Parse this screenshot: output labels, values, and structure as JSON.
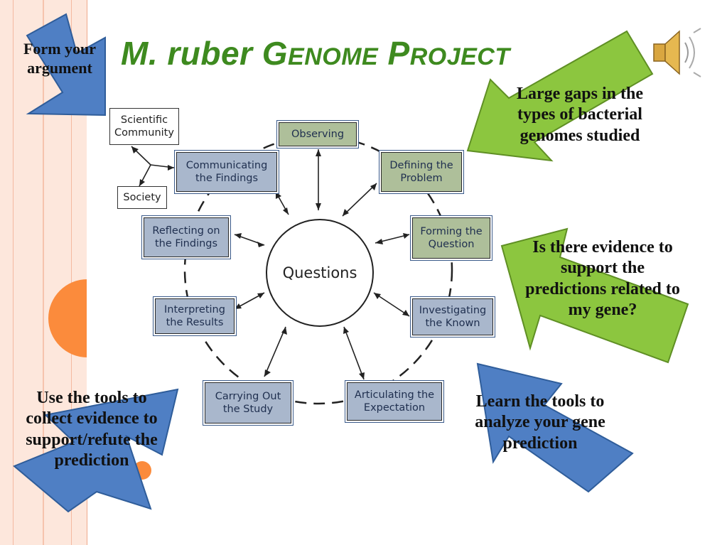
{
  "slide": {
    "title_italic": "M. ruber",
    "title_rest_G": "G",
    "title_rest_enome": "ENOME",
    "title_rest_P": "P",
    "title_rest_roject": "ROJECT",
    "colors": {
      "title": "#3e8a1f",
      "blue_arrow": "#4f7fc4",
      "green_arrow": "#8cc63f",
      "orange": "#fb8b3c"
    }
  },
  "diagram": {
    "center": "Questions",
    "nodes": {
      "observing": "Observing",
      "defining": "Defining the Problem",
      "forming": "Forming the Question",
      "investigating": "Investigating the Known",
      "articulating": "Articulating the Expectation",
      "carrying": "Carrying Out the Study",
      "interpreting": "Interpreting the Results",
      "reflecting": "Reflecting on the Findings",
      "communicating": "Communicating the Findings",
      "scientific_community": "Scientific Community",
      "society": "Society"
    }
  },
  "callouts": {
    "form_argument": "Form your argument",
    "large_gaps": "Large gaps in the types of bacterial genomes studied",
    "evidence": "Is there evidence to support the predictions related to my gene?",
    "learn_tools": "Learn the tools to analyze your gene prediction",
    "use_tools": "Use the tools to collect evidence to support/refute the prediction"
  },
  "icons": {
    "speaker": "speaker-icon"
  }
}
